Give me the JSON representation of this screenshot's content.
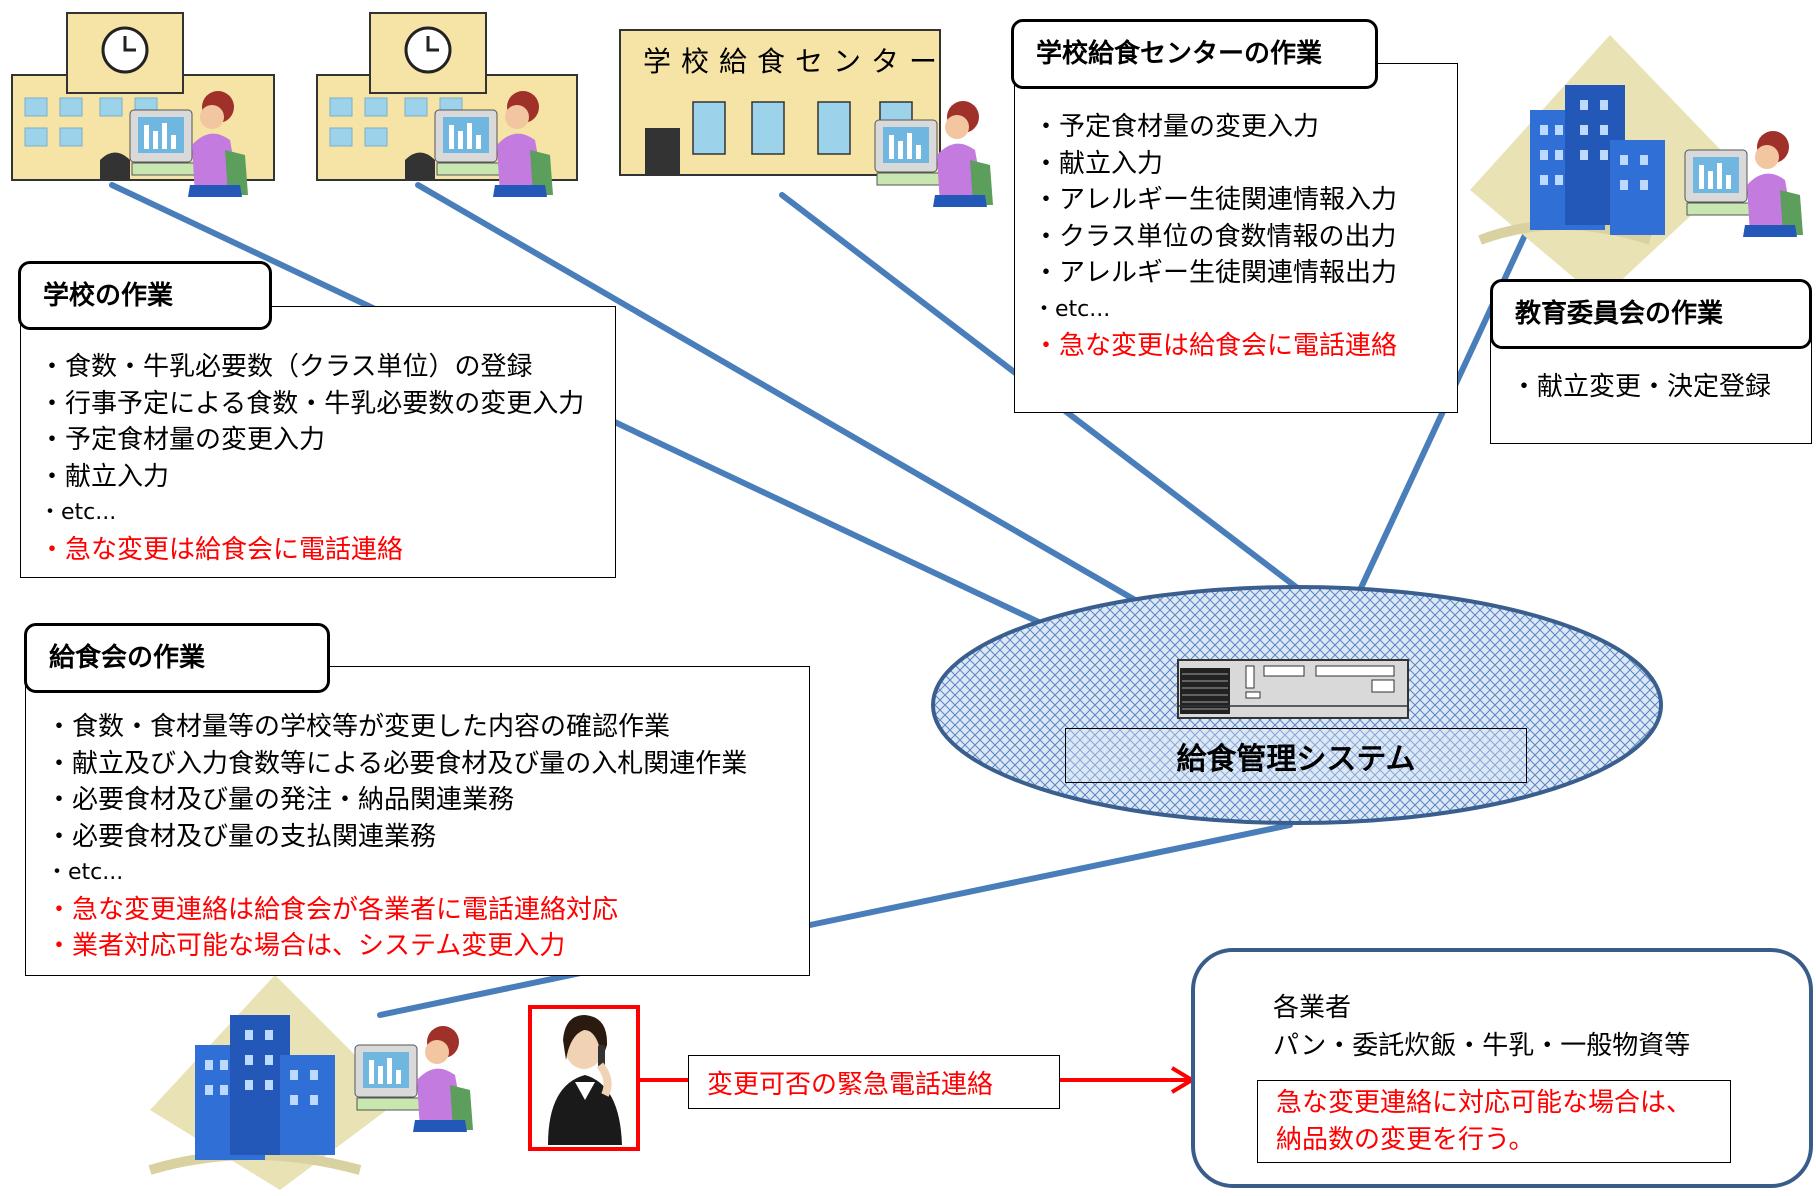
{
  "center_label_building": "学校給食センター",
  "school": {
    "title": "学校の作業",
    "items": [
      {
        "text": "・食数・牛乳必要数（クラス単位）の登録",
        "red": false
      },
      {
        "text": "・行事予定による食数・牛乳必要数の変更入力",
        "red": false
      },
      {
        "text": "・予定食材量の変更入力",
        "red": false
      },
      {
        "text": "・献立入力",
        "red": false
      },
      {
        "text": "・etc...",
        "red": false
      },
      {
        "text": "・急な変更は給食会に電話連絡",
        "red": true
      }
    ]
  },
  "center": {
    "title": "学校給食センターの作業",
    "items": [
      {
        "text": "・予定食材量の変更入力",
        "red": false
      },
      {
        "text": "・献立入力",
        "red": false
      },
      {
        "text": "・アレルギー生徒関連情報入力",
        "red": false
      },
      {
        "text": "・クラス単位の食数情報の出力",
        "red": false
      },
      {
        "text": "・アレルギー生徒関連情報出力",
        "red": false
      },
      {
        "text": "・etc...",
        "red": false
      },
      {
        "text": "・急な変更は給食会に電話連絡",
        "red": true
      }
    ]
  },
  "board": {
    "title": "教育委員会の作業",
    "items": [
      {
        "text": "・献立変更・決定登録",
        "red": false
      }
    ]
  },
  "kyushokukai": {
    "title": "給食会の作業",
    "items": [
      {
        "text": "・食数・食材量等の学校等が変更した内容の確認作業",
        "red": false
      },
      {
        "text": "・献立及び入力食数等による必要食材及び量の入札関連作業",
        "red": false
      },
      {
        "text": "・必要食材及び量の発注・納品関連業務",
        "red": false
      },
      {
        "text": "・必要食材及び量の支払関連業務",
        "red": false
      },
      {
        "text": "・etc...",
        "red": false
      },
      {
        "text": "・急な変更連絡は給食会が各業者に電話連絡対応",
        "red": true
      },
      {
        "text": "・業者対応可能な場合は、システム変更入力",
        "red": true
      }
    ]
  },
  "system_label": "給食管理システム",
  "phone_label": "変更可否の緊急電話連絡",
  "vendors": {
    "line1": "各業者",
    "line2": "パン・委託炊飯・牛乳・一般物資等",
    "note_line1": "急な変更連絡に対応可能な場合は、",
    "note_line2": "納品数の変更を行う。"
  },
  "colors": {
    "connector": "#4a7ebb",
    "red": "#ff0000",
    "ellipse_fill": "#c6d9f1",
    "ellipse_stroke": "#3a5f8f",
    "vendor_border": "#385d8a",
    "school_wall": "#f6e4a6",
    "window_blue": "#9dd3ea"
  }
}
